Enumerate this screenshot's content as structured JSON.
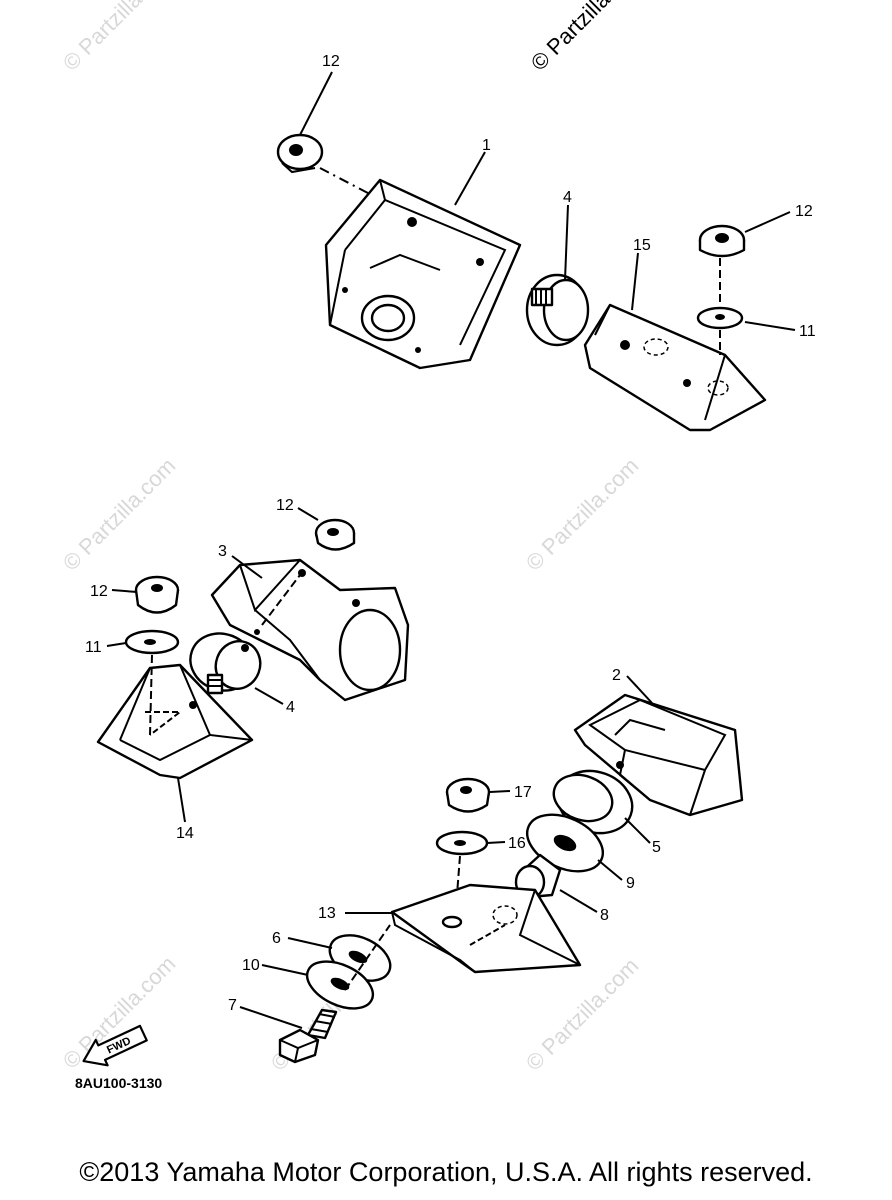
{
  "callouts": {
    "c1": "1",
    "c2": "2",
    "c3": "3",
    "c4a": "4",
    "c4b": "4",
    "c5": "5",
    "c6": "6",
    "c7": "7",
    "c8": "8",
    "c9": "9",
    "c10": "10",
    "c11a": "11",
    "c11b": "11",
    "c12a": "12",
    "c12b": "12",
    "c12c": "12",
    "c12d": "12",
    "c13": "13",
    "c14": "14",
    "c15": "15",
    "c16": "16",
    "c17": "17"
  },
  "part_code": "8AU100-3130",
  "fwd_label": "FWD",
  "watermarks": {
    "w1": "© Partzilla.com",
    "w2": "© Partzilla.com",
    "w3": "© Partzilla.com",
    "w4": "© Partzilla.com",
    "w5": "© Partzilla.com",
    "w6": "© Partzilla.com",
    "w7": "© Partzilla.com"
  },
  "copyright": "©2013  Yamaha Motor Corporation, U.S.A. All rights reserved."
}
